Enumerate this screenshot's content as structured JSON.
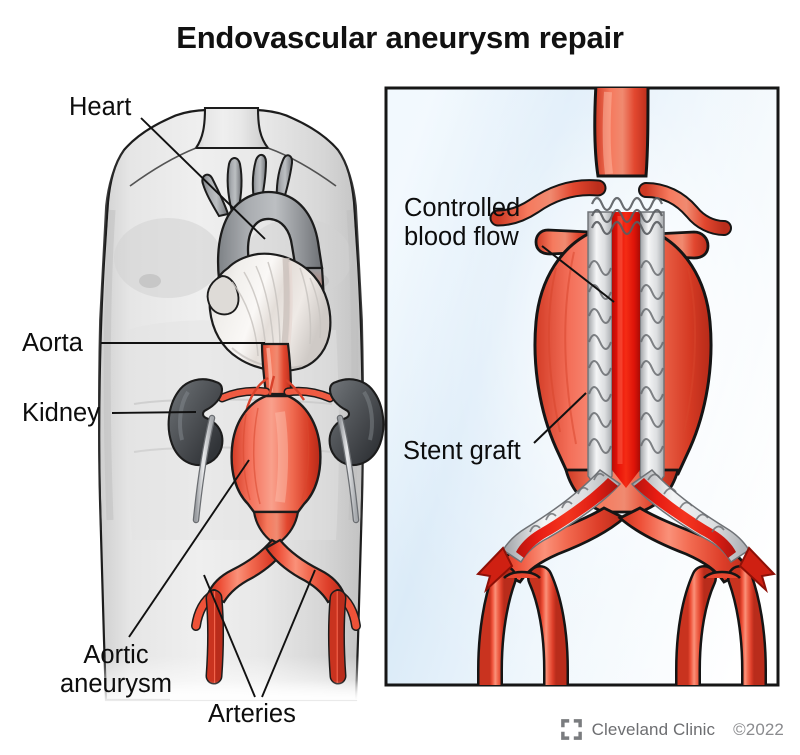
{
  "figure": {
    "title": "Endovascular aneurysm repair",
    "type": "medical-illustration",
    "description": "Anatomical illustration of a male torso showing an abdominal aortic aneurysm, with an inset panel showing a bifurcated stent graft placed inside the aneurysm."
  },
  "left_panel": {
    "name": "torso-anatomy",
    "labels": {
      "heart": "Heart",
      "aorta": "Aorta",
      "kidney": "Kidney",
      "aortic_aneurysm": "Aortic\naneurysm",
      "arteries": "Arteries"
    }
  },
  "right_panel": {
    "name": "stent-graft-inset",
    "labels": {
      "controlled_blood_flow": "Controlled\nblood flow",
      "stent_graft": "Stent graft"
    }
  },
  "footer": {
    "logo_icon": "cleveland-clinic-logo-icon",
    "brand": "Cleveland Clinic",
    "copyright": "©2022"
  },
  "colors": {
    "artery_red": "#ee4b36",
    "artery_red_dark": "#c4301f",
    "artery_red_light": "#f6836c",
    "blood_bright": "#e01010",
    "organ_grey": "#4f5256",
    "skin_grey": "#d9d9d9",
    "skin_grey_dark": "#b4b4b4",
    "heart_white": "#e9e7e4",
    "arch_grey": "#8e9094",
    "inset_blue": "#cfe4f5",
    "inset_white": "#fdfeff",
    "outline": "#1a1a1a",
    "text": "#0d0d0d",
    "brand_grey": "#6d6e71",
    "panel_border": "#161616"
  }
}
